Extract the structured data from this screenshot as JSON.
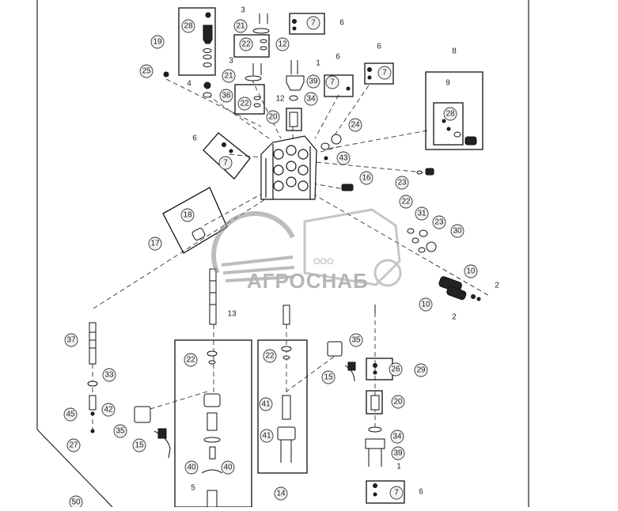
{
  "watermark": {
    "line1": "ООО",
    "line2": "АГРОСНАБ"
  },
  "callouts": {
    "c3a": "3",
    "c21a": "21",
    "c28a": "28",
    "c19": "19",
    "c7a": "7",
    "c6a": "6",
    "c22a": "22",
    "c12a": "12",
    "c3b": "3",
    "c1a": "1",
    "c21b": "21",
    "c25": "25",
    "c4": "4",
    "c36": "36",
    "c22b": "22",
    "c12b": "12",
    "c39a": "39",
    "c34a": "34",
    "c6b": "6",
    "c7b": "7",
    "c6c": "6",
    "c7c": "7",
    "c8": "8",
    "c9": "9",
    "c28b": "28",
    "c20a": "20",
    "c24": "24",
    "c43": "43",
    "c6d": "6",
    "c7d": "7",
    "c16": "16",
    "c23a": "23",
    "c22c": "22",
    "c31": "31",
    "c23b": "23",
    "c30": "30",
    "c18": "18",
    "c17": "17",
    "c10a": "10",
    "c2a": "2",
    "c10b": "10",
    "c2b": "2",
    "c13": "13",
    "c37": "37",
    "c22d": "22",
    "c22e": "22",
    "c35a": "35",
    "c15a": "15",
    "c26": "26",
    "c29": "29",
    "c33": "33",
    "c45": "45",
    "c42": "42",
    "c35b": "35",
    "c20b": "20",
    "c41a": "41",
    "c41b": "41",
    "c15b": "15",
    "c34b": "34",
    "c27": "27",
    "c39b": "39",
    "c1b": "1",
    "c40a": "40",
    "c40b": "40",
    "c5": "5",
    "c14": "14",
    "c7e": "7",
    "c6e": "6",
    "c50": "50"
  }
}
